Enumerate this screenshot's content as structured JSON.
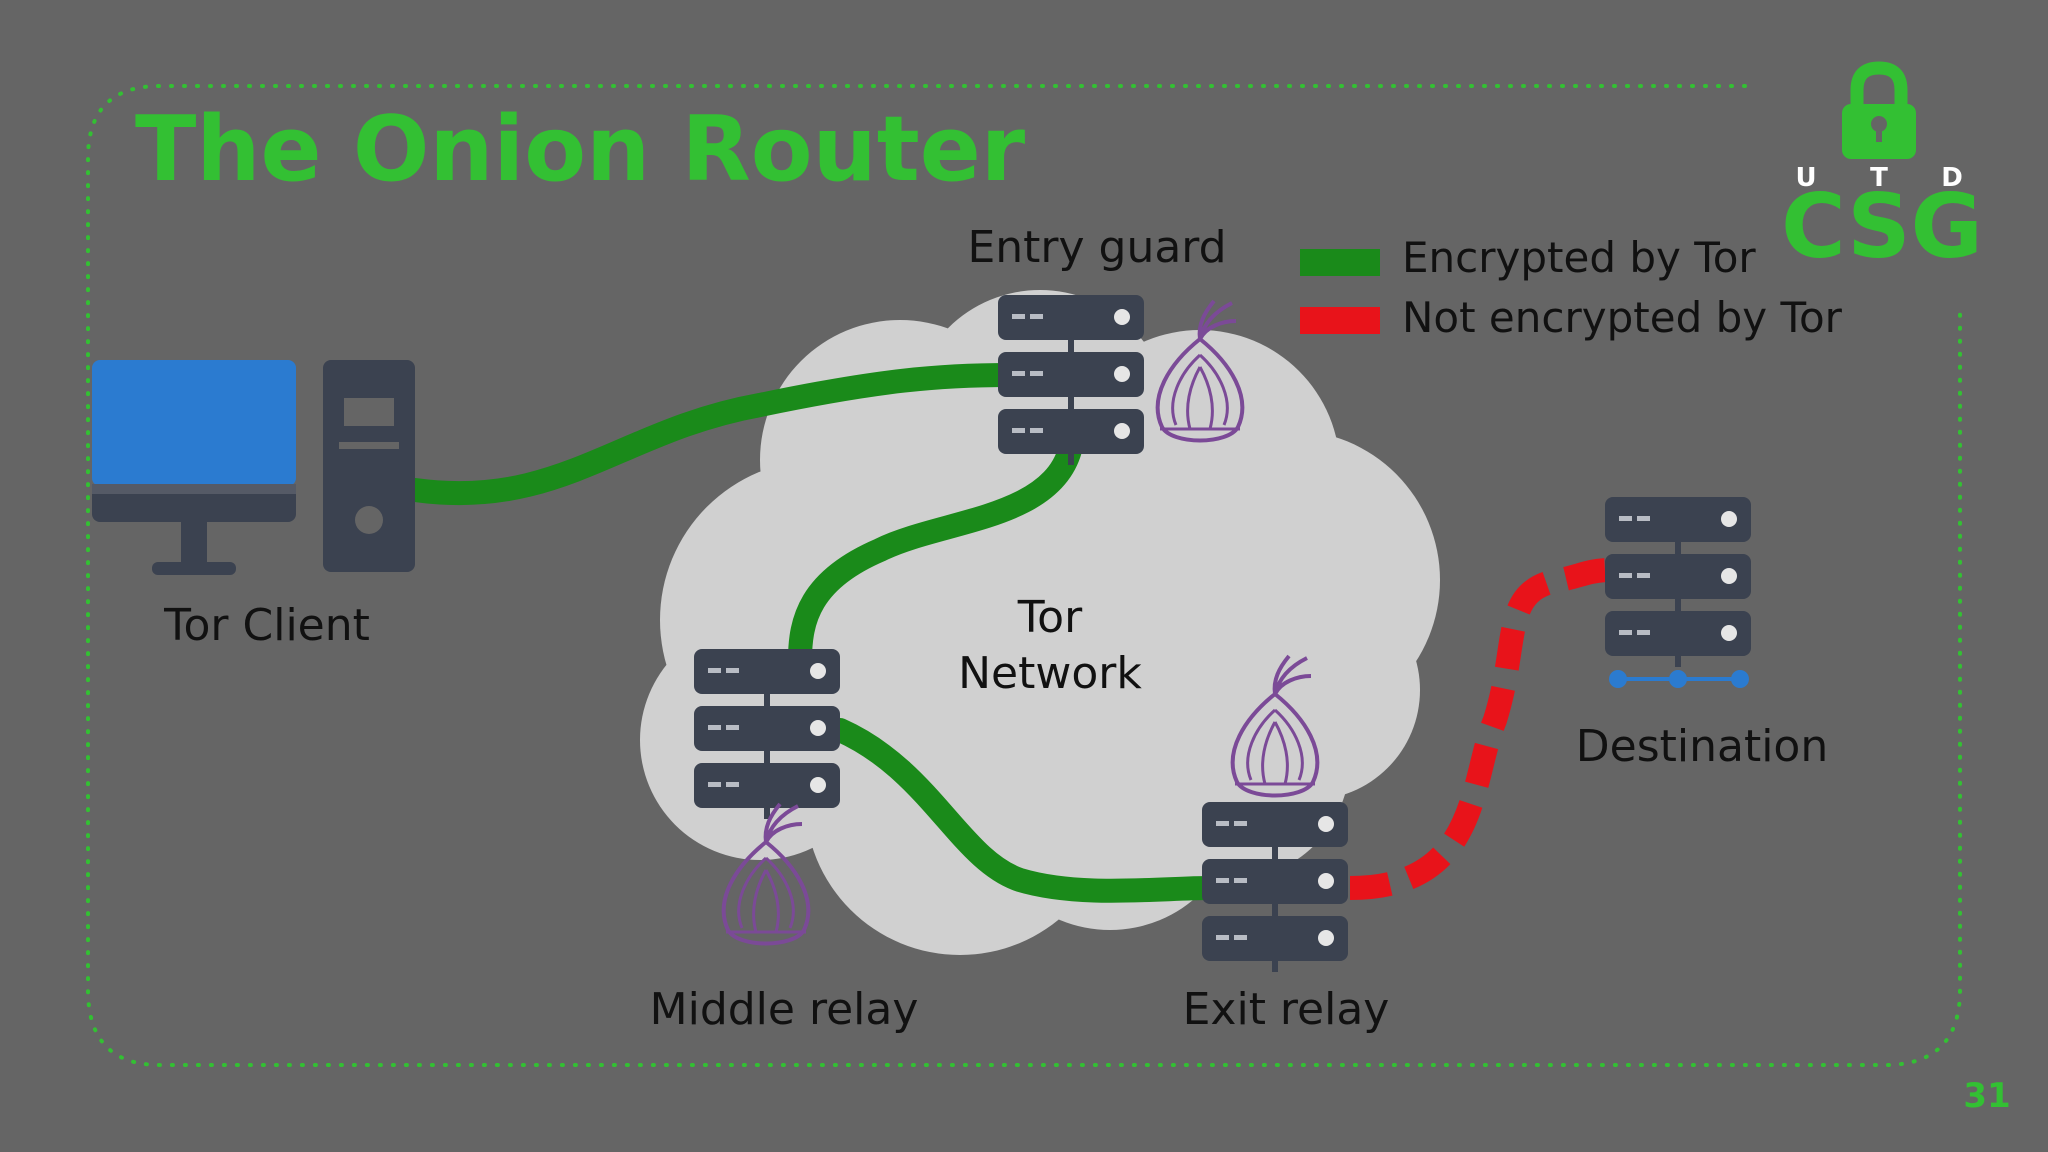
{
  "slide": {
    "title": "The Onion Router",
    "page_number": "31"
  },
  "logo": {
    "top_letters": [
      "U",
      "T",
      "D"
    ],
    "name": "CSG"
  },
  "legend": [
    {
      "label": "Encrypted by Tor",
      "color": "#1a8a1a"
    },
    {
      "label": "Not encrypted by Tor",
      "color": "#e8131a"
    }
  ],
  "nodes": {
    "client": "Tor Client",
    "network_line1": "Tor",
    "network_line2": "Network",
    "entry": "Entry guard",
    "middle": "Middle relay",
    "exit": "Exit relay",
    "destination": "Destination"
  },
  "colors": {
    "accent": "#33c033",
    "background": "#656565",
    "cloud": "#d0d0d0",
    "server": "#3b4250",
    "onion": "#7b4a97",
    "monitor": "#2b7bd0"
  },
  "icons": [
    "computer-icon",
    "server-icon",
    "onion-icon",
    "lock-icon",
    "cloud-icon"
  ]
}
